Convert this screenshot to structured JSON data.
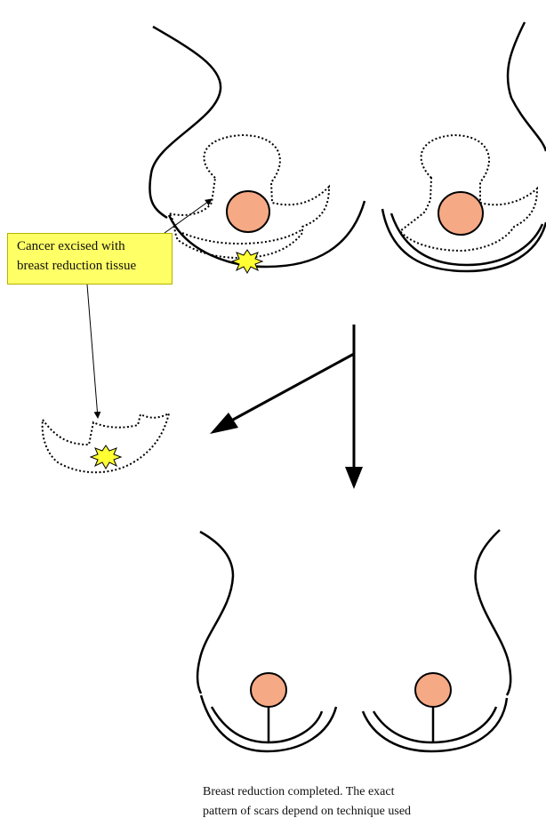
{
  "callout": {
    "line1": "Cancer excised with",
    "line2": "breast reduction tissue"
  },
  "caption": {
    "line1": "Breast reduction completed. The exact",
    "line2": "pattern of scars depend on technique used"
  },
  "colors": {
    "nipple_fill": "#f5a985",
    "tumor_fill": "#ffff33",
    "callout_bg": "#ffff66",
    "line": "#000000"
  },
  "icons": {
    "tumor": "starburst",
    "process_arrows": "arrow"
  }
}
